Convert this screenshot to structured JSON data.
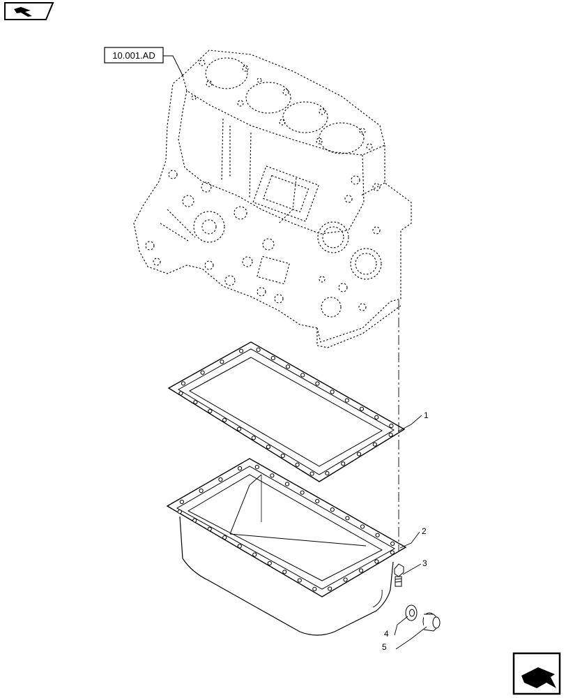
{
  "reference": {
    "label": "10.001.AD"
  },
  "callouts": [
    {
      "number": "1",
      "part": "oil-pan-gasket"
    },
    {
      "number": "2",
      "part": "oil-pan"
    },
    {
      "number": "3",
      "part": "screw"
    },
    {
      "number": "4",
      "part": "washer"
    },
    {
      "number": "5",
      "part": "drain-plug"
    }
  ],
  "icons": {
    "top_left": "previous-page-arrow-icon",
    "bottom_right": "next-page-arrow-icon"
  },
  "colors": {
    "line": "#000000",
    "background": "#ffffff"
  }
}
